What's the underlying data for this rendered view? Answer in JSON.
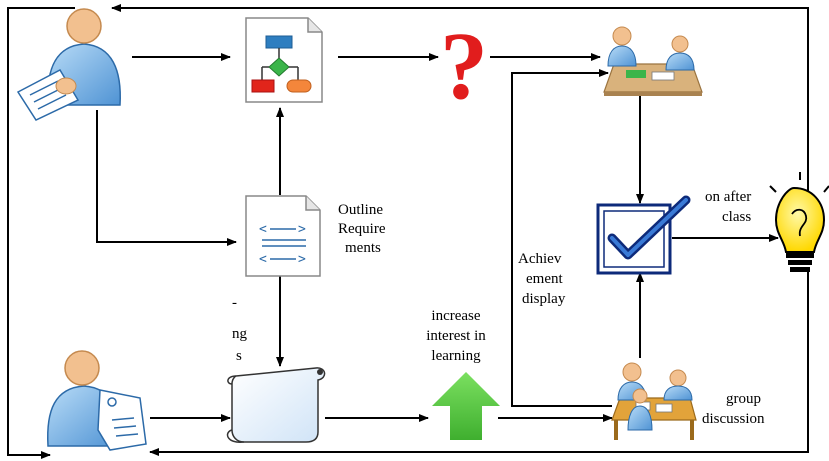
{
  "labels": {
    "outline": [
      "Outline",
      "Require",
      "ments"
    ],
    "interest": [
      "increase",
      "interest in",
      "learning"
    ],
    "achievement": [
      "Achiev",
      "ement",
      "display"
    ],
    "after_class": [
      "on after",
      "class"
    ],
    "group": [
      "group",
      "discussion"
    ],
    "partial": [
      "-",
      "ng",
      "s"
    ],
    "question_mark": "?"
  },
  "nodes": [
    {
      "name": "teacher",
      "icon": "teacher-with-document-icon"
    },
    {
      "name": "lesson-design",
      "icon": "flowchart-document-icon"
    },
    {
      "name": "question",
      "icon": "red-question-mark-icon"
    },
    {
      "name": "discussion-meeting",
      "icon": "meeting-table-icon"
    },
    {
      "name": "outline-requirements",
      "icon": "code-document-icon"
    },
    {
      "name": "achievement",
      "icon": "checkbox-check-icon"
    },
    {
      "name": "reflection",
      "icon": "light-bulb-icon"
    },
    {
      "name": "student",
      "icon": "student-with-tag-icon"
    },
    {
      "name": "material",
      "icon": "scroll-icon"
    },
    {
      "name": "interest",
      "icon": "green-up-arrow-icon"
    },
    {
      "name": "group-discussion",
      "icon": "group-table-icon"
    }
  ],
  "colors": {
    "person": "#7fb6e6",
    "skin": "#f2c08f",
    "flow_blue": "#2e7ec0",
    "flow_green": "#3bb54a",
    "flow_red": "#e1251b",
    "flow_orange": "#f4863b",
    "question": "#e11d1d",
    "check_frame": "#0d2a7a",
    "arrow_green": "#5cc84a",
    "bulb": "#ffe53b"
  }
}
